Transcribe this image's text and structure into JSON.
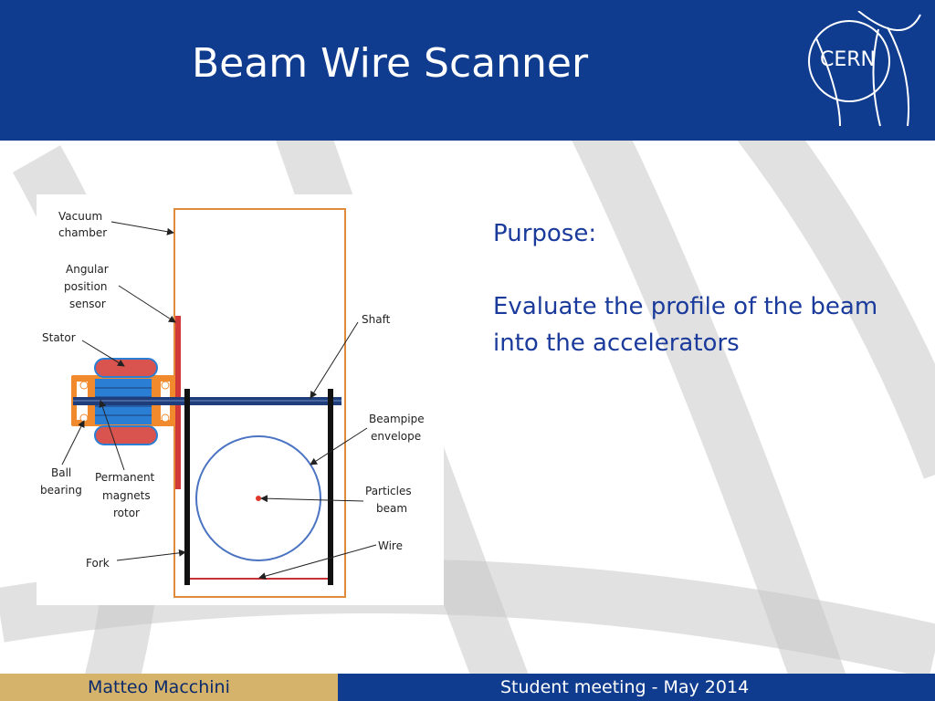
{
  "slide": {
    "title": "Beam Wire Scanner",
    "logo_text": "CERN"
  },
  "diagram": {
    "labels": {
      "vacuum_chamber_1": "Vacuum",
      "vacuum_chamber_2": "chamber",
      "angular_1": "Angular",
      "angular_2": "position",
      "angular_3": "sensor",
      "stator": "Stator",
      "shaft": "Shaft",
      "beampipe_1": "Beampipe",
      "beampipe_2": "envelope",
      "ball_1": "Ball",
      "ball_2": "bearing",
      "permanent_1": "Permanent",
      "permanent_2": "magnets",
      "permanent_3": "rotor",
      "particles_1": "Particles",
      "particles_2": "beam",
      "fork": "Fork",
      "wire": "Wire"
    },
    "colors": {
      "chamber": "#e08a3c",
      "sensor": "#d23a3a",
      "shaft": "#1f3d7a",
      "fork": "#111111",
      "beampipe": "#4a73c2",
      "beam": "#e0392b",
      "wire": "#c83232",
      "stator_orange": "#f08a2c",
      "rotor_blue": "#2a7fd4"
    }
  },
  "content": {
    "heading": "Purpose:",
    "body": "Evaluate the profile of the beam into the accelerators"
  },
  "footer": {
    "author": "Matteo Macchini",
    "event": "Student meeting - May 2014"
  }
}
